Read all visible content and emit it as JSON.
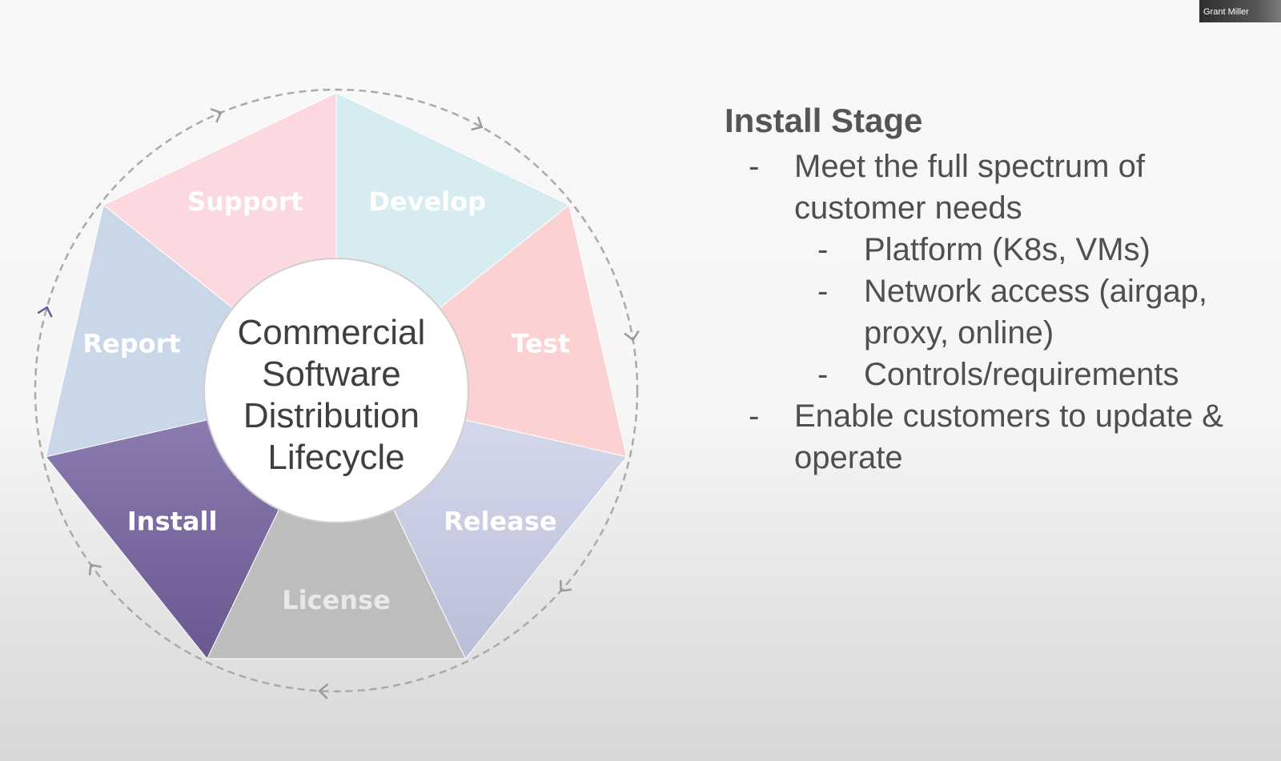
{
  "diagram": {
    "center_lines": [
      "Commercial",
      "Software",
      "Distribution",
      "Lifecycle"
    ],
    "segments": [
      {
        "label": "Develop",
        "color": "#d6ecf1",
        "text_color": "#ffffff"
      },
      {
        "label": "Test",
        "color": "#fcd1d1",
        "text_color": "#ffffff"
      },
      {
        "label": "Release",
        "color": "#cdd2e6",
        "text_color": "#ffffff"
      },
      {
        "label": "License",
        "color": "#bdbdbd",
        "text_color": "#e9e9e9"
      },
      {
        "label": "Install",
        "color": "#7b6a9e",
        "text_color": "#ffffff"
      },
      {
        "label": "Report",
        "color": "#cad7e8",
        "text_color": "#ffffff"
      },
      {
        "label": "Support",
        "color": "#fbd9df",
        "text_color": "#ffffff"
      }
    ]
  },
  "notes": {
    "title": "Install Stage",
    "items": [
      {
        "text": "Meet the full spectrum of customer needs",
        "children": [
          "Platform (K8s, VMs)",
          "Network access (airgap, proxy, online)",
          "Controls/requirements"
        ]
      },
      {
        "text": "Enable customers to update & operate",
        "children": []
      }
    ]
  },
  "participant": {
    "name": "Grant Miller"
  }
}
